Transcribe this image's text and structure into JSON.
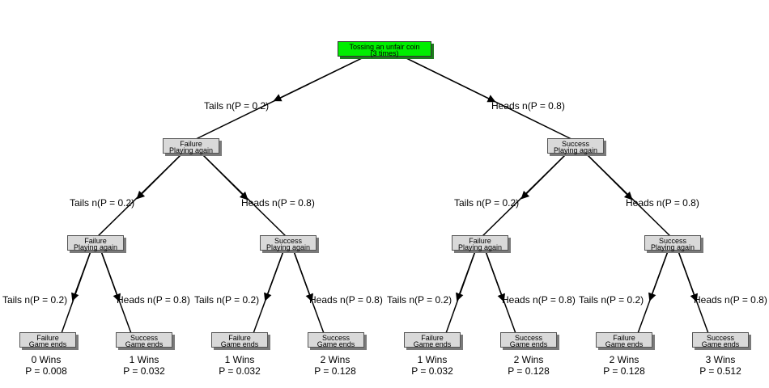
{
  "root": {
    "line1": "Tossing an unfair coin",
    "line2": "(3 times)"
  },
  "edge_labels": {
    "tails": "Tails n(P = 0.2)",
    "heads": "Heads n(P = 0.8)"
  },
  "level1": [
    {
      "line1": "Failure",
      "line2": "Playing again"
    },
    {
      "line1": "Success",
      "line2": "Playing again"
    }
  ],
  "level2": [
    {
      "line1": "Failure",
      "line2": "Playing again"
    },
    {
      "line1": "Success",
      "line2": "Playing again"
    },
    {
      "line1": "Failure",
      "line2": "Playing again"
    },
    {
      "line1": "Success",
      "line2": "Playing again"
    }
  ],
  "leaves": [
    {
      "line1": "Failure",
      "line2": "Game ends",
      "wins": "0 Wins",
      "prob": "P = 0.008"
    },
    {
      "line1": "Success",
      "line2": "Game ends",
      "wins": "1 Wins",
      "prob": "P = 0.032"
    },
    {
      "line1": "Failure",
      "line2": "Game ends",
      "wins": "1 Wins",
      "prob": "P = 0.032"
    },
    {
      "line1": "Success",
      "line2": "Game ends",
      "wins": "2 Wins",
      "prob": "P = 0.128"
    },
    {
      "line1": "Failure",
      "line2": "Game ends",
      "wins": "1 Wins",
      "prob": "P = 0.032"
    },
    {
      "line1": "Success",
      "line2": "Game ends",
      "wins": "2 Wins",
      "prob": "P = 0.128"
    },
    {
      "line1": "Failure",
      "line2": "Game ends",
      "wins": "2 Wins",
      "prob": "P = 0.128"
    },
    {
      "line1": "Success",
      "line2": "Game ends",
      "wins": "3 Wins",
      "prob": "P = 0.512"
    }
  ]
}
